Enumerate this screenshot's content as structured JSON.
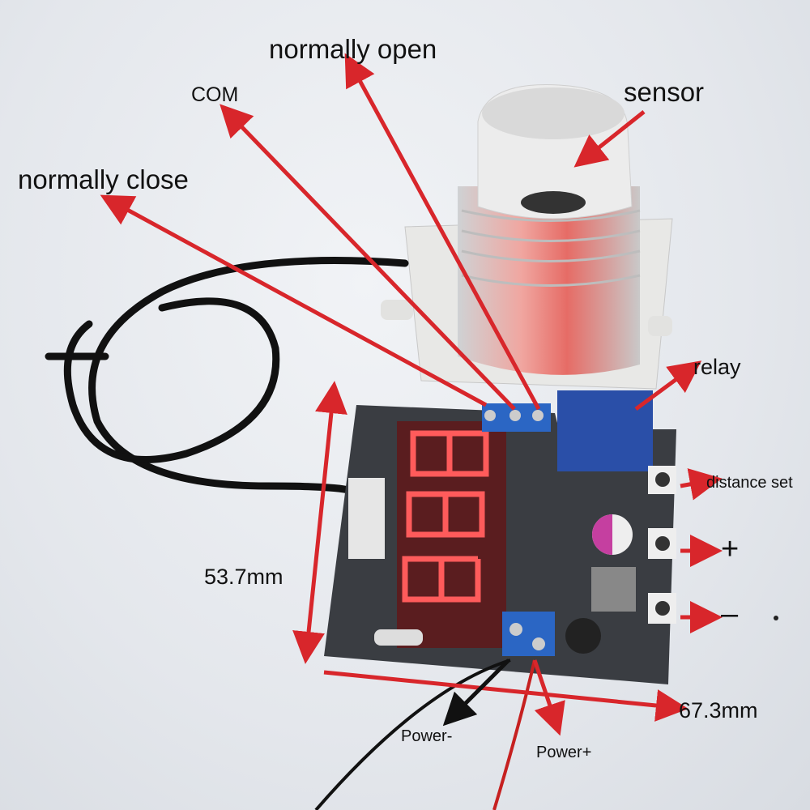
{
  "labels": {
    "normally_open": "normally open",
    "com": "COM",
    "sensor": "sensor",
    "normally_close": "normally close",
    "relay": "relay",
    "distance_set": "distance set",
    "plus": "+",
    "minus": "–",
    "height": "53.7mm",
    "width": "67.3mm",
    "power_minus": "Power-",
    "power_plus": "Power+"
  },
  "colors": {
    "arrow": "#d8262b",
    "arrow_black": "#111111",
    "pcb": "#3a3d42",
    "relay": "#2a4fa8",
    "display": "#ff3b3b",
    "terminal": "#2b66c4"
  }
}
